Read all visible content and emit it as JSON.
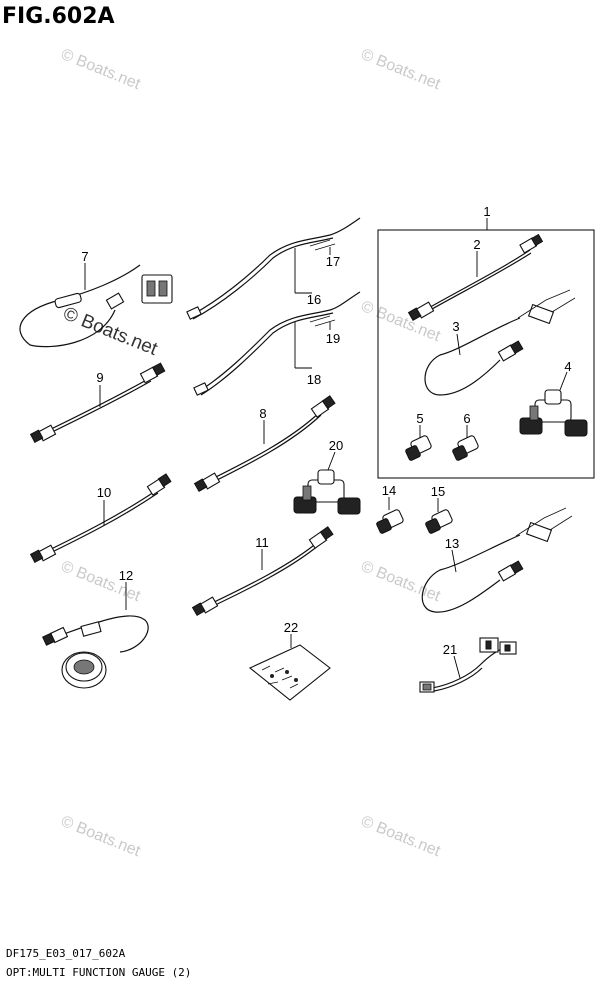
{
  "figure": {
    "title": "FIG.602A",
    "code": "DF175_E03_017_602A",
    "caption": "OPT:MULTI FUNCTION GAUGE (2)"
  },
  "watermark": {
    "text": "© Boats.net"
  },
  "callouts": [
    "1",
    "2",
    "3",
    "4",
    "5",
    "6",
    "7",
    "8",
    "9",
    "10",
    "11",
    "12",
    "13",
    "14",
    "15",
    "16",
    "17",
    "18",
    "19",
    "20",
    "21",
    "22"
  ]
}
